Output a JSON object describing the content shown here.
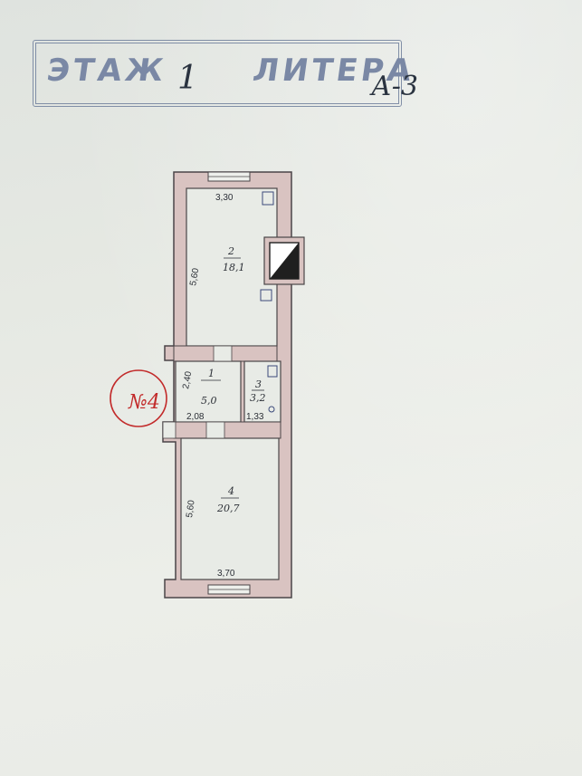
{
  "stamp": {
    "floor_text": "ЭТАЖ",
    "litera_text": "ЛИТЕРА",
    "floor_number": "1",
    "litera_value": "А-3"
  },
  "apartment": {
    "label": "№4"
  },
  "rooms": [
    {
      "number": "1",
      "area": "5,0"
    },
    {
      "number": "2",
      "area": "18,1"
    },
    {
      "number": "3",
      "area": "3,2"
    },
    {
      "number": "4",
      "area": "20,7"
    }
  ],
  "dimensions": {
    "room2_width": "3,30",
    "room2_length": "5,60",
    "room1_width": "2,08",
    "room1_length": "2,40",
    "room3_width": "1,33",
    "room4_length": "5,60",
    "room4_width": "3,70"
  },
  "colors": {
    "wall_fill": "#d9c3c1",
    "wall_line": "#4a4548",
    "stamp_ink": "#7a88a5",
    "red_ink": "#c22a2a"
  }
}
